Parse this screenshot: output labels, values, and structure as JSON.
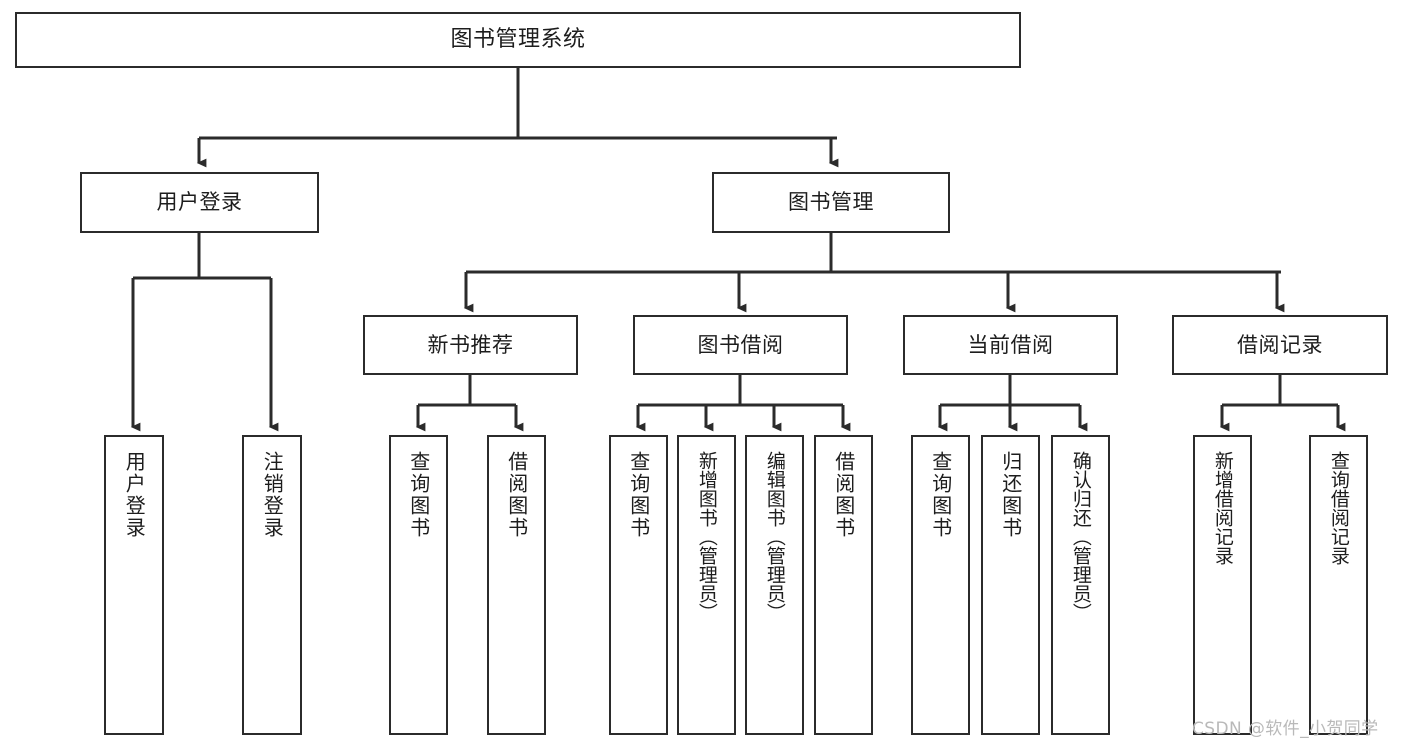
{
  "diagram": {
    "title": "图书管理系统",
    "type": "hierarchy-tree",
    "watermark": "CSDN @软件_小贺同学",
    "accent_color": "#2b2b2b",
    "background_color": "#ffffff",
    "root": {
      "label": "图书管理系统",
      "level": 0
    },
    "level1": [
      {
        "label": "用户登录"
      },
      {
        "label": "图书管理"
      }
    ],
    "level2": [
      {
        "label": "新书推荐",
        "parent": "图书管理"
      },
      {
        "label": "图书借阅",
        "parent": "图书管理"
      },
      {
        "label": "当前借阅",
        "parent": "图书管理"
      },
      {
        "label": "借阅记录",
        "parent": "图书管理"
      }
    ],
    "leaves": [
      {
        "label": "用户登录",
        "parent": "用户登录"
      },
      {
        "label": "注销登录",
        "parent": "用户登录"
      },
      {
        "label": "查询图书",
        "parent": "新书推荐"
      },
      {
        "label": "借阅图书",
        "parent": "新书推荐"
      },
      {
        "label": "查询图书",
        "parent": "图书借阅"
      },
      {
        "label": "新增图书（管理员）",
        "parent": "图书借阅"
      },
      {
        "label": "编辑图书（管理员）",
        "parent": "图书借阅"
      },
      {
        "label": "借阅图书",
        "parent": "图书借阅"
      },
      {
        "label": "查询图书",
        "parent": "当前借阅"
      },
      {
        "label": "归还图书",
        "parent": "当前借阅"
      },
      {
        "label": "确认归还（管理员）",
        "parent": "当前借阅"
      },
      {
        "label": "新增借阅记录",
        "parent": "借阅记录"
      },
      {
        "label": "查询借阅记录",
        "parent": "借阅记录"
      }
    ]
  }
}
